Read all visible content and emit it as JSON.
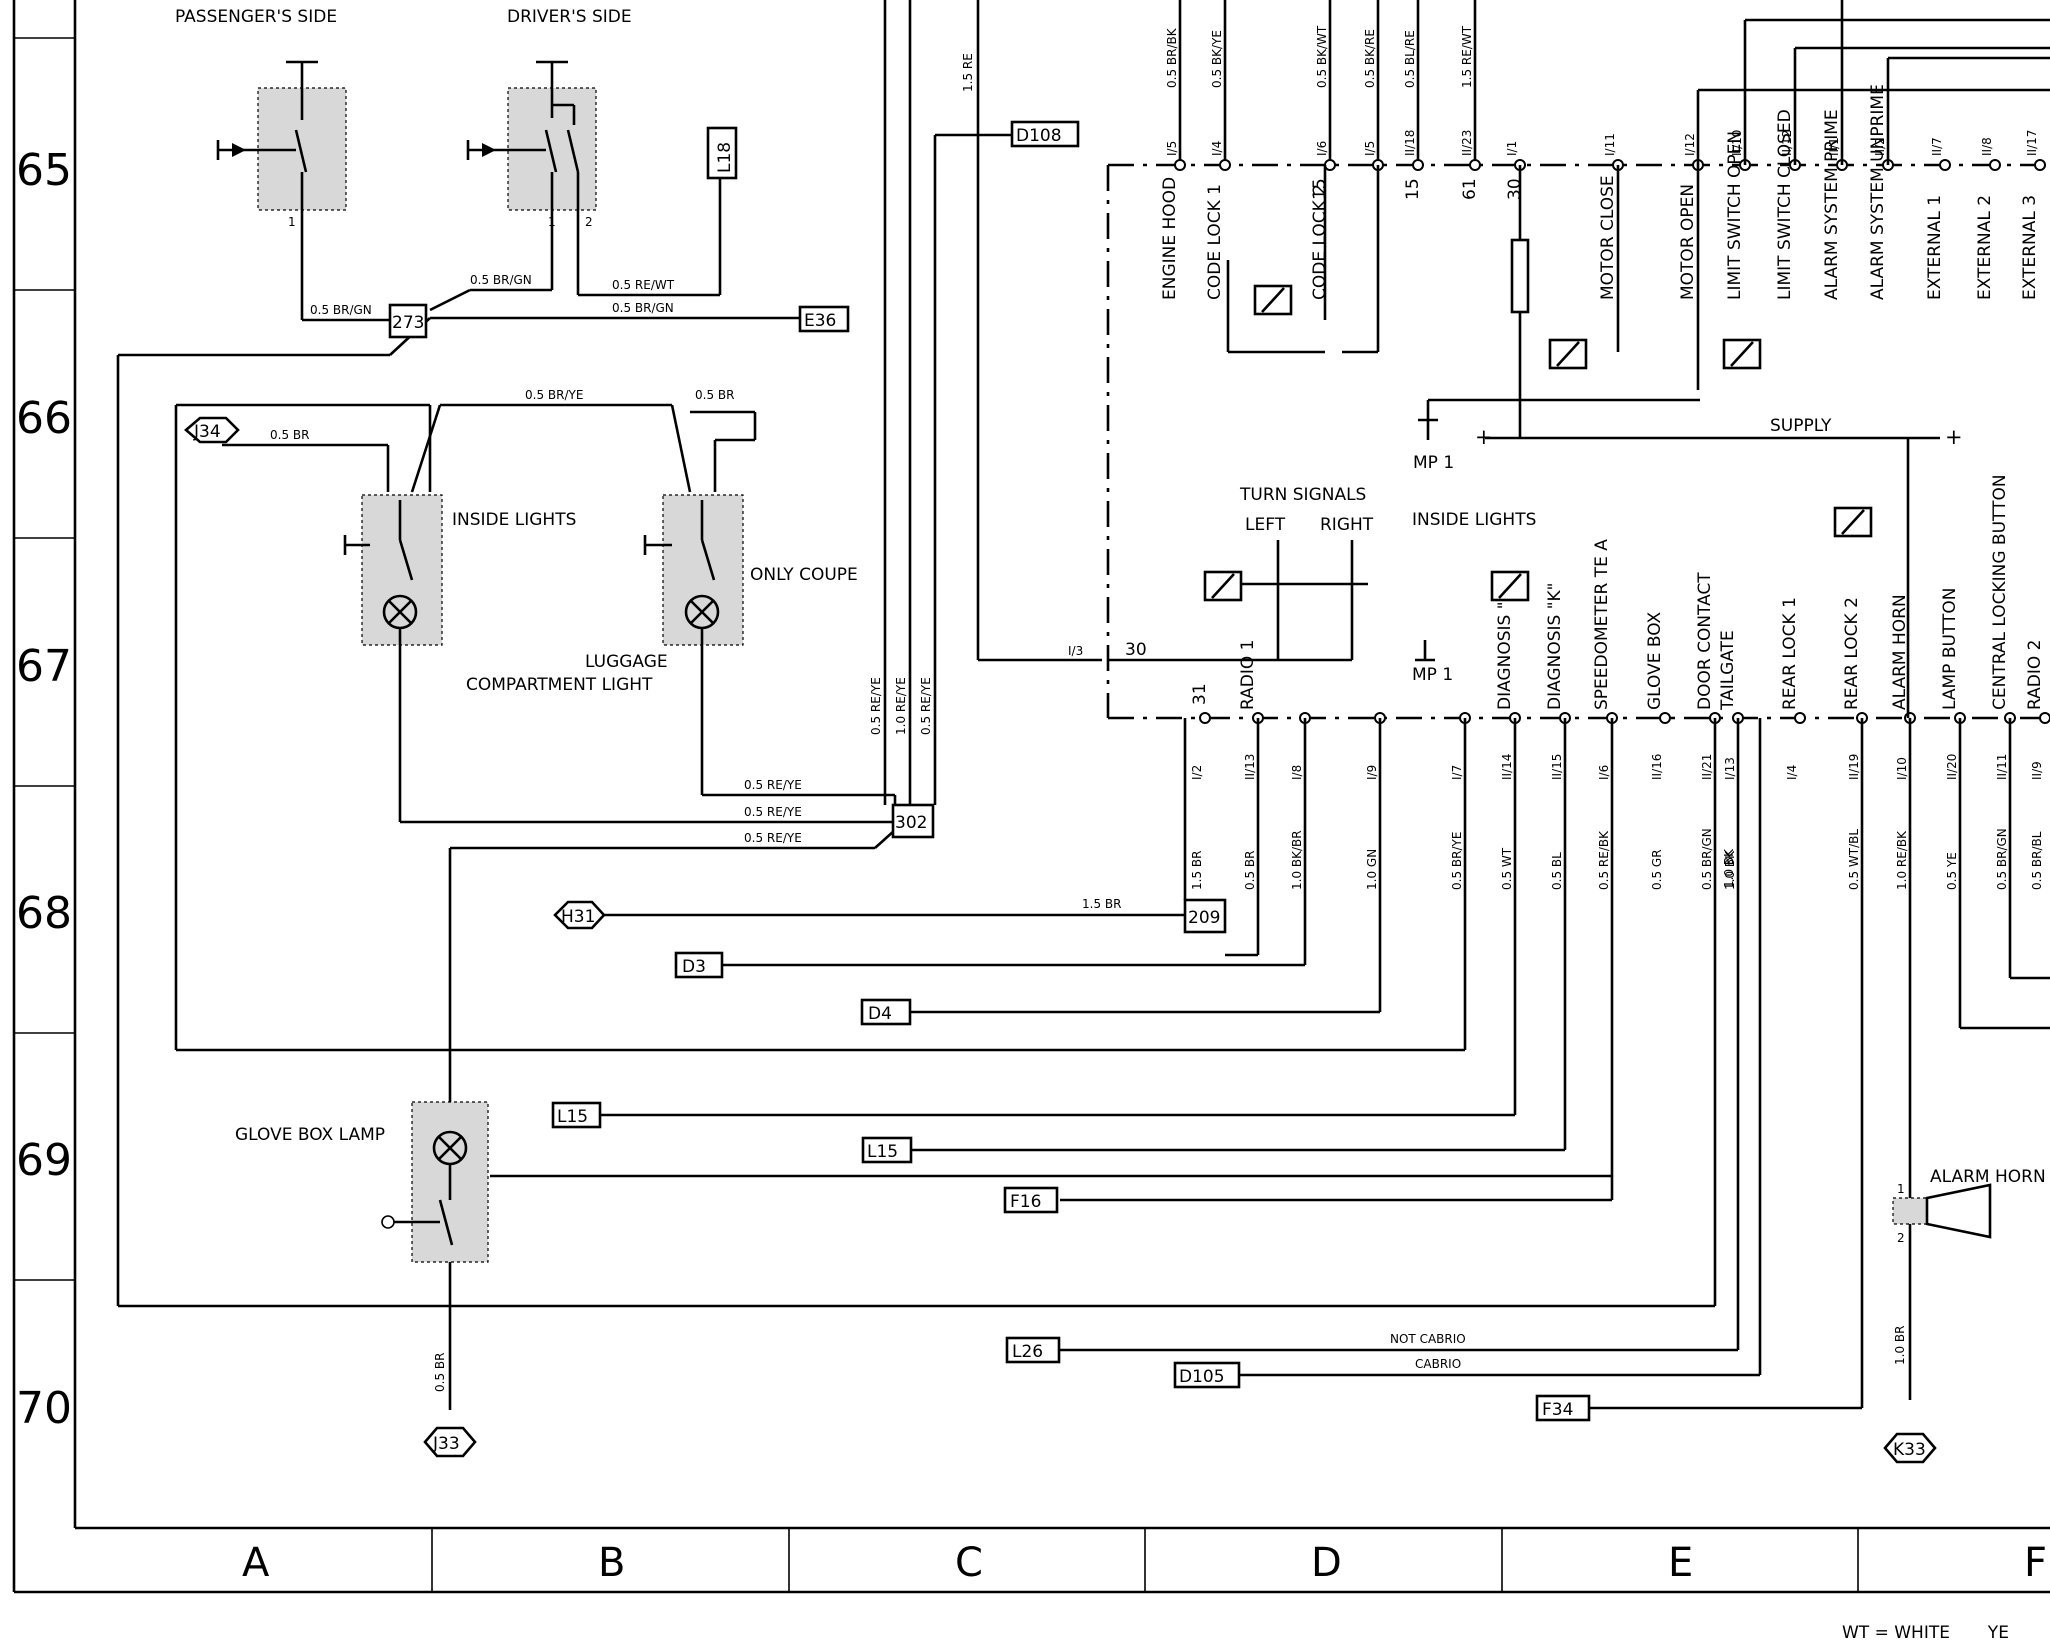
{
  "grid": {
    "rows": [
      "65",
      "66",
      "67",
      "68",
      "69",
      "70"
    ],
    "columns": [
      "A",
      "B",
      "C",
      "D",
      "E",
      "F"
    ]
  },
  "legend": {
    "line": "WT = WHITE       YE"
  },
  "components": {
    "passengers_side": "PASSENGER'S SIDE",
    "drivers_side": "DRIVER'S SIDE",
    "inside_lights_lamp": "INSIDE LIGHTS",
    "only_coupe": "ONLY COUPE",
    "luggage_1": "LUGGAGE",
    "luggage_2": "COMPARTMENT LIGHT",
    "glove_box_lamp": "GLOVE BOX LAMP",
    "turn_signals": "TURN SIGNALS",
    "turn_left": "LEFT",
    "turn_right": "RIGHT",
    "inside_lights_relay": "INSIDE LIGHTS",
    "supply": "SUPPLY",
    "alarm_horn": "ALARM HORN",
    "mp1_top": "MP 1",
    "mp1_bottom": "MP 1",
    "wire_not_cabrio": "NOT CABRIO",
    "wire_cabrio": "CABRIO"
  },
  "connectors": {
    "c273": "273",
    "c302": "302",
    "c209": "209",
    "D108": "D108",
    "L18": "L18",
    "E36": "E36",
    "J34": "J34",
    "J33": "J33",
    "H31": "H31",
    "K33": "K33",
    "D3": "D3",
    "D4": "D4",
    "L15a": "L15",
    "L15b": "L15",
    "F16": "F16",
    "L26": "L26",
    "D105": "D105",
    "F34": "F34"
  },
  "pin_numbers": {
    "p1a": "1",
    "p1b": "1",
    "p2": "2",
    "p30": "30",
    "p15a": "15",
    "p15b": "15",
    "p61": "61",
    "p30b": "30",
    "p31": "31",
    "horn1": "1",
    "horn2": "2"
  },
  "top_terminals": [
    {
      "label": "ENGINE HOOD",
      "pin": "I/5",
      "wire": "0.5 BR/BK"
    },
    {
      "label": "CODE LOCK 1",
      "pin": "I/4",
      "wire": "0.5 BK/YE"
    },
    {
      "label": "CODE LOCK 2",
      "pin": "I/6",
      "wire": "0.5 BK/WT"
    },
    {
      "label": "",
      "pin": "I/5",
      "wire": "0.5 BK/RE"
    },
    {
      "label": "",
      "pin": "II/18",
      "wire": "0.5 BL/RE"
    },
    {
      "label": "",
      "pin": "II/23",
      "wire": "1.5 RE/WT"
    },
    {
      "label": "",
      "pin": "I/1",
      "wire": ""
    },
    {
      "label": "MOTOR CLOSE",
      "pin": "I/11",
      "wire": ""
    },
    {
      "label": "MOTOR OPEN",
      "pin": "I/12",
      "wire": ""
    },
    {
      "label": "LIMIT SWITCH OPEN",
      "pin": "II/10",
      "wire": ""
    },
    {
      "label": "LIMIT SWITCH CLOSED",
      "pin": "II/12",
      "wire": ""
    },
    {
      "label": "ALARM SYSTEM PRIME",
      "pin": "II/1",
      "wire": ""
    },
    {
      "label": "ALARM SYSTEM UNPRIME",
      "pin": "II/2",
      "wire": ""
    },
    {
      "label": "EXTERNAL 1",
      "pin": "II/7",
      "wire": ""
    },
    {
      "label": "EXTERNAL 2",
      "pin": "II/8",
      "wire": ""
    },
    {
      "label": "EXTERNAL 3",
      "pin": "II/17",
      "wire": ""
    }
  ],
  "bottom_terminals": [
    {
      "label": "",
      "pin": "I/2",
      "wire": "1.5 BR"
    },
    {
      "label": "RADIO 1",
      "pin": "II/13",
      "wire": "0.5 BR"
    },
    {
      "label": "",
      "pin": "I/8",
      "wire": "1.0 BK/BR"
    },
    {
      "label": "",
      "pin": "I/9",
      "wire": "1.0 GN"
    },
    {
      "label": "",
      "pin": "I/7",
      "wire": "0.5 BR/YE"
    },
    {
      "label": "DIAGNOSIS \"L\"",
      "pin": "II/14",
      "wire": "0.5 WT"
    },
    {
      "label": "DIAGNOSIS \"K\"",
      "pin": "II/15",
      "wire": "0.5 BL"
    },
    {
      "label": "SPEEDOMETER TE A",
      "pin": "I/6",
      "wire": "0.5 RE/BK"
    },
    {
      "label": "GLOVE BOX",
      "pin": "II/16",
      "wire": "0.5 GR"
    },
    {
      "label": "DOOR CONTACT",
      "pin": "II/21",
      "wire": "0.5 BR/GN"
    },
    {
      "label": "TAILGATE",
      "pin": "I/13",
      "wire": "1.0 BK"
    },
    {
      "label": "REAR LOCK 1",
      "pin": "I/4",
      "wire": ""
    },
    {
      "label": "REAR LOCK 2",
      "pin": "II/19",
      "wire": "0.5 WT/BL"
    },
    {
      "label": "ALARM HORN",
      "pin": "I/10",
      "wire": "1.0 RE/BK"
    },
    {
      "label": "LAMP BUTTON",
      "pin": "II/20",
      "wire": "0.5 YE"
    },
    {
      "label": "CENTRAL LOCKING BUTTON",
      "pin": "II/11",
      "wire": "0.5 BR/GN"
    },
    {
      "label": "RADIO 2",
      "pin": "II/9",
      "wire": "0.5 BR/BL"
    }
  ],
  "wire_labels": {
    "w_273_left": "0.5 BR/GN",
    "w_273_up": "0.5 BR/GN",
    "w_rewt": "0.5 RE/WT",
    "w_e36": "0.5 BR/GN",
    "w_j34": "0.5 BR",
    "w_bry": "0.5 BR/YE",
    "w_br_r": "0.5 BR",
    "w_302a": "0.5 RE/YE",
    "w_302b": "0.5 RE/YE",
    "w_302c": "0.5 RE/YE",
    "w_v1": "0.5 RE/YE",
    "w_v2": "1.0 RE/YE",
    "w_v3": "0.5 RE/YE",
    "w_15re": "1.5 RE",
    "w_h31": "1.5 BR",
    "w_j33": "0.5 BR",
    "w_k33": "1.0 BR",
    "w_bk2": "1.0 BK",
    "w_pin13": "I/3"
  }
}
